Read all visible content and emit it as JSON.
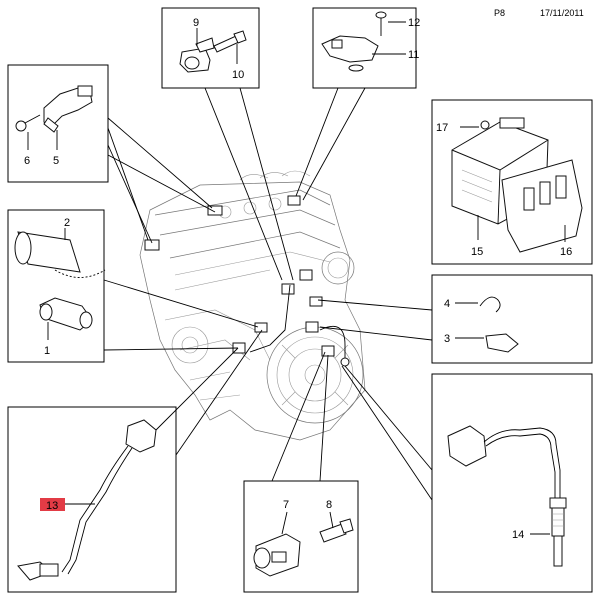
{
  "header": {
    "page": "P8",
    "date": "17/11/2011"
  },
  "highlight_color": "#e23b45",
  "callouts": [
    {
      "id": "c1",
      "text": "1"
    },
    {
      "id": "c2",
      "text": "2"
    },
    {
      "id": "c3",
      "text": "3"
    },
    {
      "id": "c4",
      "text": "4"
    },
    {
      "id": "c5",
      "text": "5"
    },
    {
      "id": "c6",
      "text": "6"
    },
    {
      "id": "c7",
      "text": "7"
    },
    {
      "id": "c8",
      "text": "8"
    },
    {
      "id": "c9",
      "text": "9"
    },
    {
      "id": "c10",
      "text": "10"
    },
    {
      "id": "c11",
      "text": "11"
    },
    {
      "id": "c12",
      "text": "12"
    },
    {
      "id": "c13",
      "text": "13"
    },
    {
      "id": "c14",
      "text": "14"
    },
    {
      "id": "c15",
      "text": "15"
    },
    {
      "id": "c16",
      "text": "16"
    },
    {
      "id": "c17",
      "text": "17"
    }
  ]
}
